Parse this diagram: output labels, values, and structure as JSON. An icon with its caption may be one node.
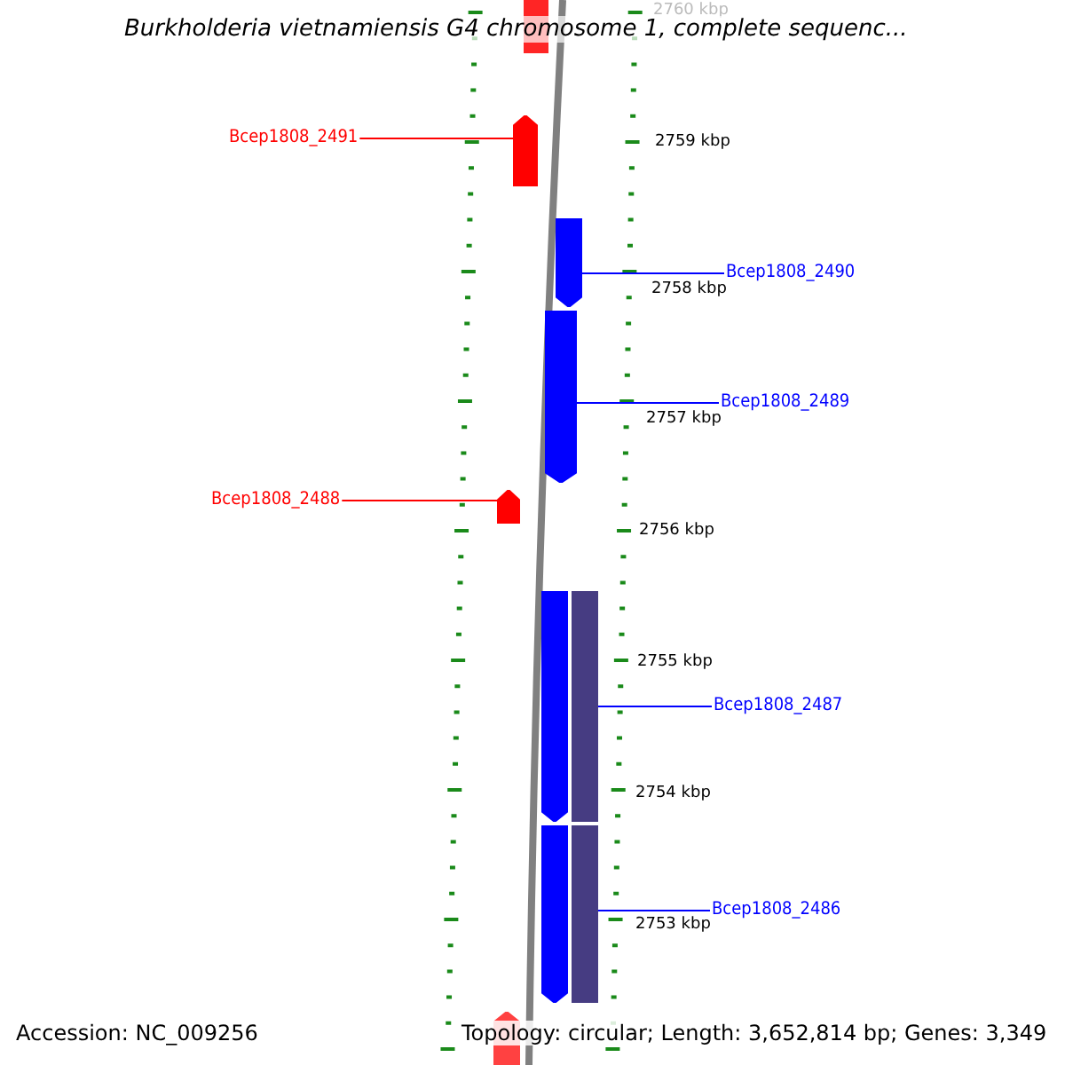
{
  "diagram": {
    "title": "Burkholderia vietnamiensis G4 chromosome 1, complete sequenc...",
    "nodes": [
      {
        "text": [],
        "shape": "bar"
      },
      {
        "text": [
          "Bcep1808_2491"
        ]
      },
      {
        "text": [],
        "shape": "bar"
      },
      {
        "text": [
          "Bcep1808_2490"
        ]
      },
      {
        "text": [],
        "shape": "bar"
      },
      {
        "text": [
          "Bcep1808_2489"
        ]
      },
      {
        "text": [],
        "shape": "bar"
      },
      {
        "text": [
          "Bcep1808_2488"
        ]
      },
      {
        "text": [],
        "shape": "bar"
      },
      {
        "text": [],
        "shape": "bar"
      },
      {
        "text": [],
        "shape": "bar"
      },
      {
        "text": [
          "Bcep1808_2487"
        ]
      },
      {
        "text": [],
        "shape": "bar"
      },
      {
        "text": [],
        "shape": "bar"
      },
      {
        "text": [
          "Bcep1808_2486"
        ]
      },
      {
        "text": [],
        "shape": "bar"
      }
    ],
    "edges": [
      {
        "from": 1,
        "to": 2,
        "arrow": "none",
        "color": "#ff0000"
      },
      {
        "from": 3,
        "to": 4,
        "arrow": "none"
      },
      {
        "from": 5,
        "to": 6,
        "arrow": "none"
      },
      {
        "from": 7,
        "to": 8,
        "arrow": "none",
        "color": "#ff0000"
      },
      {
        "from": 11,
        "to": 10,
        "arrow": "none"
      },
      {
        "from": 14,
        "to": 13,
        "arrow": "none"
      }
    ],
    "labels": [
      "2760 kbp",
      "2759 kbp",
      "2758 kbp",
      "2757 kbp",
      "2756 kbp",
      "2755 kbp",
      "2754 kbp",
      "2753 kbp",
      "Accession: NC_009256",
      "Topology: circular; Length: 3,652,814 bp; Genes: 3,349"
    ]
  }
}
